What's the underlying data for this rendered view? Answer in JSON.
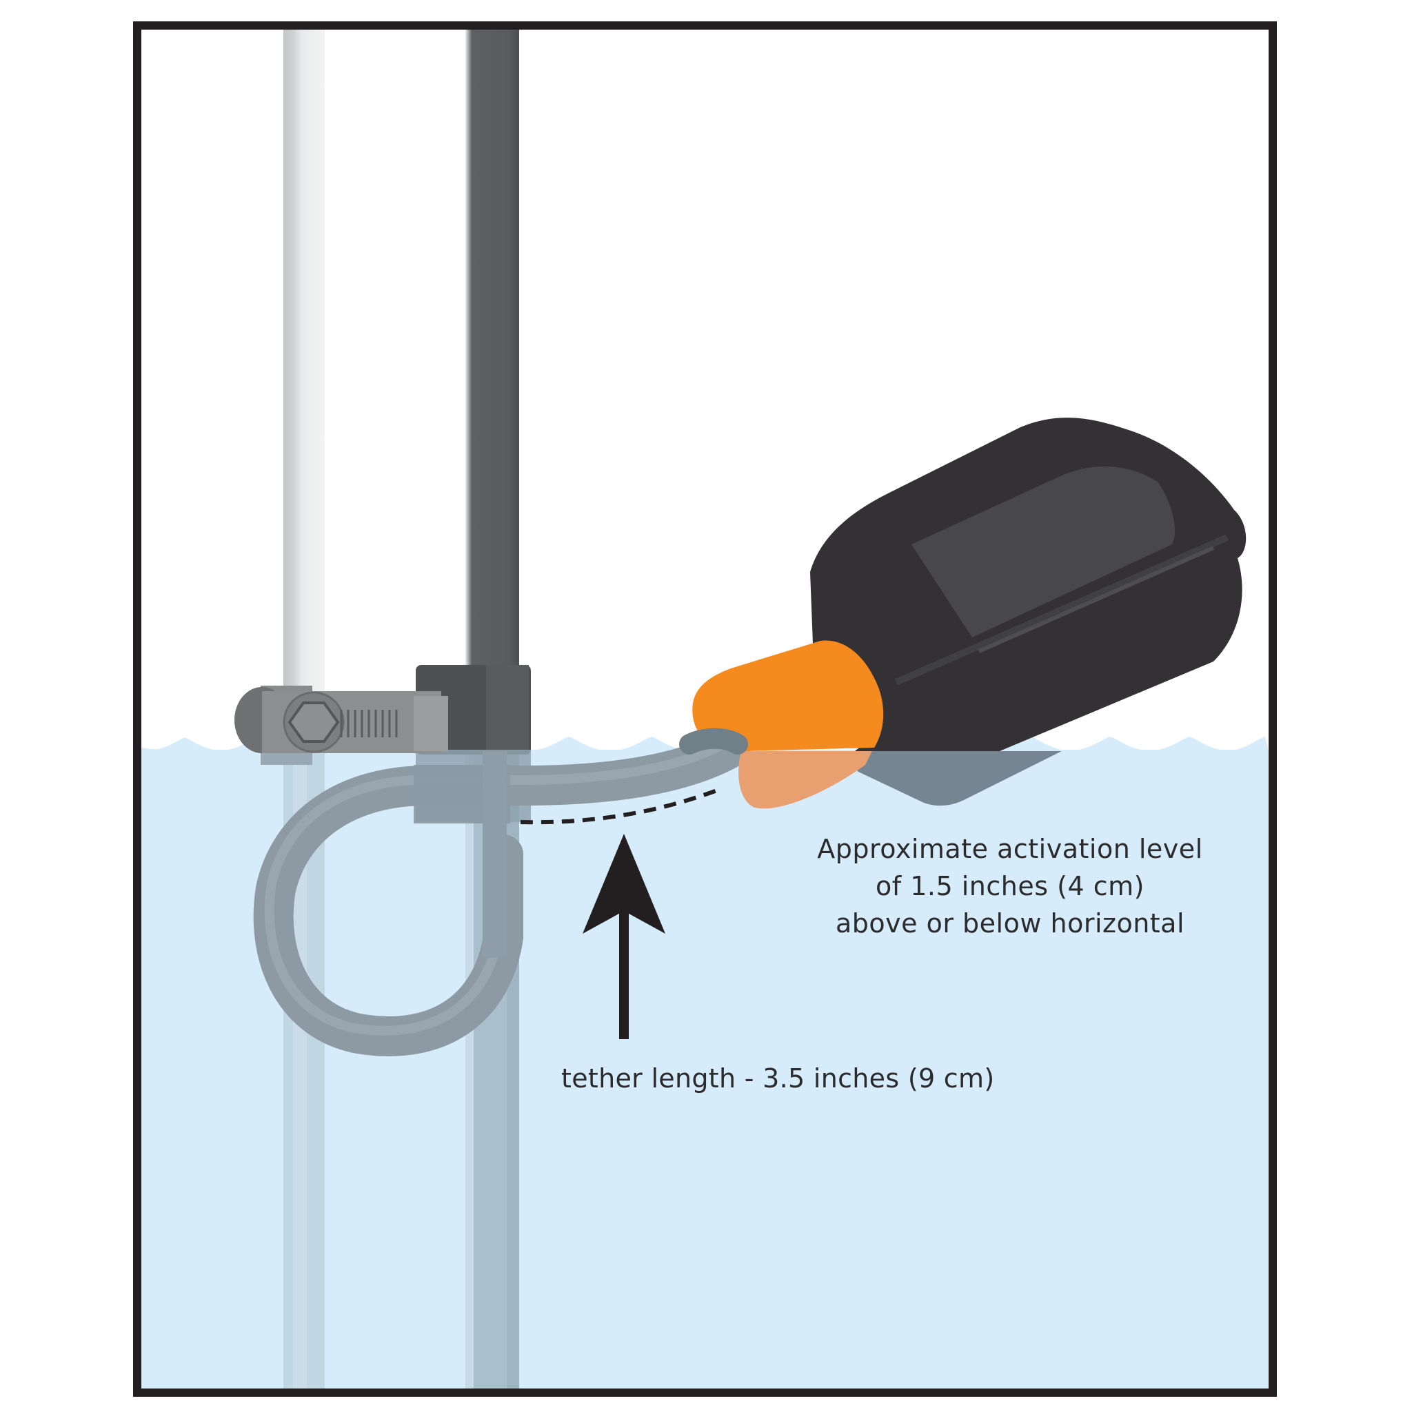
{
  "diagram": {
    "subject": "float switch tethered to pipe",
    "annotations": {
      "activation_level": {
        "lines": [
          "Approximate activation level",
          "of 1.5 inches (4 cm)",
          "above or below horizontal"
        ]
      },
      "tether_length": {
        "text": "tether length - 3.5 inches (9 cm)"
      }
    },
    "components": [
      "light-pipe",
      "dark-discharge-pipe",
      "hose-clamp",
      "pipe-clamp",
      "float-cable",
      "orange-strain-relief",
      "black-float",
      "water",
      "dashed-activation-line",
      "up-arrow"
    ],
    "colors": {
      "frame": "#231f20",
      "water": "#d6ecfa",
      "water_surface_above": "#ffffff",
      "float_body": "#333133",
      "float_highlight": "#4a494c",
      "strain_relief": "#f58b1f",
      "strain_relief_submerged": "#e9a070",
      "cable": "#8d9aa3",
      "light_pipe": "#d4d7d9",
      "dark_pipe": "#5f6062",
      "clamp": "#7e7f82",
      "arrow": "#231f20",
      "text": "#2b2a2c"
    }
  }
}
